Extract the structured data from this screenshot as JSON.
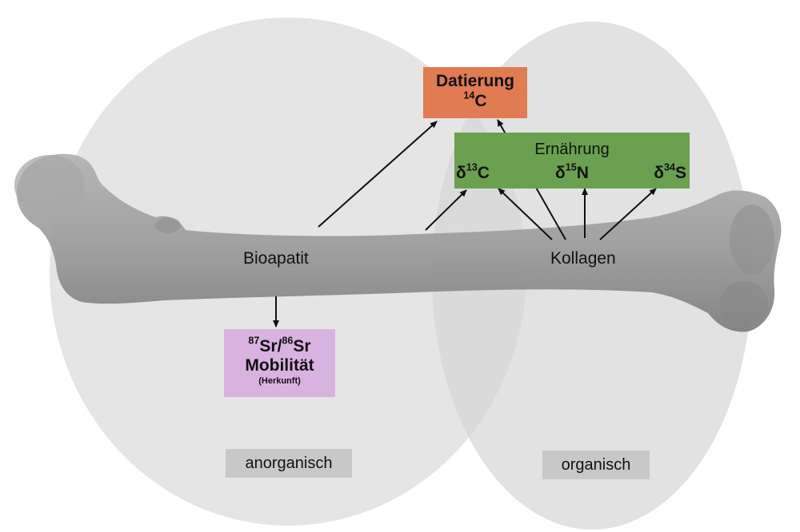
{
  "labels": {
    "bioapatit": "Bioapatit",
    "kollagen": "Kollagen",
    "anorganisch": "anorganisch",
    "organisch": "organisch"
  },
  "dating_box": {
    "title": "Datierung",
    "isotope_mass": "14",
    "isotope_element": "C",
    "color": "#e07b52"
  },
  "nutrition_box": {
    "title": "Ernährung",
    "isotopes": [
      {
        "prefix": "δ",
        "mass": "13",
        "element": "C"
      },
      {
        "prefix": "δ",
        "mass": "15",
        "element": "N"
      },
      {
        "prefix": "δ",
        "mass": "34",
        "element": "S"
      }
    ],
    "color": "#6aa04f"
  },
  "mobility_box": {
    "ratio_mass_1": "87",
    "ratio_element_1": "Sr/",
    "ratio_mass_2": "86",
    "ratio_element_2": "Sr",
    "title": "Mobilität",
    "subtitle": "(Herkunft)",
    "color": "#d9b3e0"
  },
  "colors": {
    "circle_fill": "#e0e0e0",
    "bone": "#9a9a9a",
    "tag_fill": "#c8c8c8"
  }
}
